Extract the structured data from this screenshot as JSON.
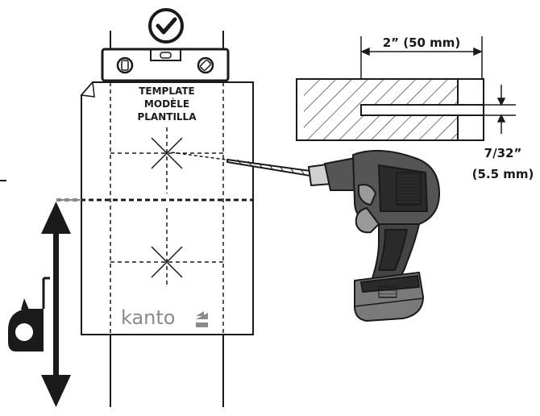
{
  "template": {
    "line1": "TEMPLATE",
    "line2": "MODÈLE",
    "line3": "PLANTILLA"
  },
  "brand": {
    "logo_text": "kanto"
  },
  "dimensions": {
    "width_label": "2” (50 mm)",
    "drill_bit_imperial": "7/32”",
    "drill_bit_metric": "(5.5 mm)"
  },
  "icons": {
    "level_check": "checkmark-circle-icon",
    "drill": "power-drill-icon",
    "tape_measure": "tape-measure-icon",
    "level": "spirit-level-icon"
  }
}
